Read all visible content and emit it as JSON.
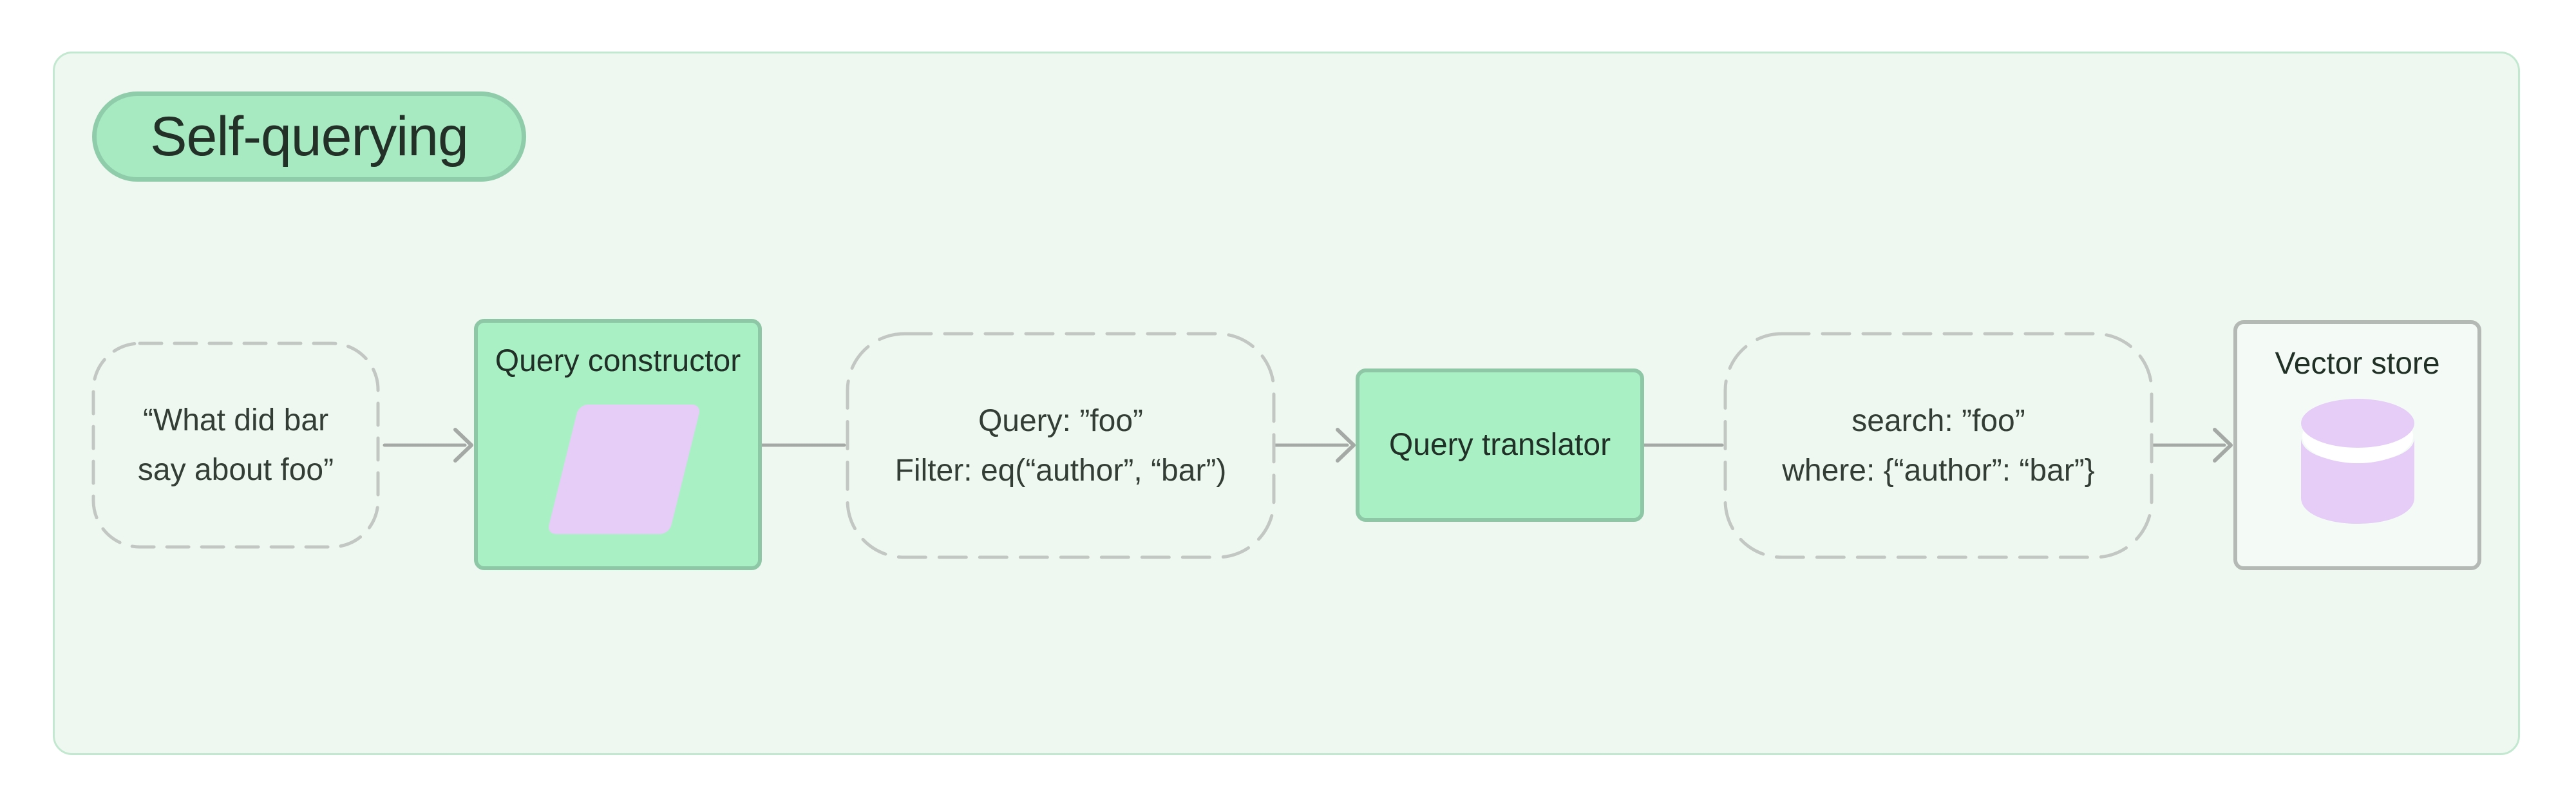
{
  "badge": {
    "label": "Self-querying"
  },
  "nodes": {
    "input": {
      "line1": "“What did bar",
      "line2": "say about foo”"
    },
    "structured": {
      "line1": "Query: ”foo”",
      "line2": "Filter: eq(“author”, “bar”)"
    },
    "translated": {
      "line1": "search: ”foo”",
      "line2": "where: {“author”: “bar”}"
    }
  },
  "boxes": {
    "constructor": {
      "title": "Query constructor"
    },
    "translator": {
      "title": "Query translator"
    },
    "vector_store": {
      "title": "Vector store"
    }
  },
  "icons": {
    "constructor_icon": "parallelogram-icon",
    "vector_store_icon": "database-cylinder-icon",
    "arrowheads": "chevron-right-icon"
  },
  "colors": {
    "panel_bg": "#eef8f1",
    "panel_border": "#c2e8cf",
    "badge_bg": "#a7eac1",
    "badge_border": "#8fcdaa",
    "green_box_bg": "#aaf0c5",
    "green_box_border": "#8dc7a5",
    "lavender": "#e5cdf7",
    "dash_gray": "#c3c7c3",
    "arrow_gray": "#a5a9a5",
    "vector_store_bg": "#f4fbf6",
    "vector_store_border": "#b5b9b5",
    "text": "#2d3831"
  }
}
